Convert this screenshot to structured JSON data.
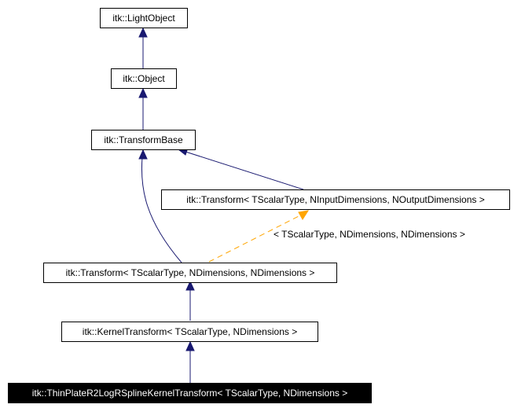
{
  "nodes": {
    "light_object": "itk::LightObject",
    "object": "itk::Object",
    "transform_base": "itk::TransformBase",
    "transform_generic": "itk::Transform< TScalarType, NInputDimensions, NOutputDimensions >",
    "transform_ndims": "itk::Transform< TScalarType, NDimensions, NDimensions >",
    "kernel_transform": "itk::KernelTransform< TScalarType, NDimensions >",
    "thin_plate": "itk::ThinPlateR2LogRSplineKernelTransform< TScalarType, NDimensions >"
  },
  "edges": {
    "template_label": "< TScalarType, NDimensions, NDimensions >"
  },
  "colors": {
    "inheritance_edge": "#191970",
    "template_edge": "#ffa500",
    "highlight_fill": "#000000",
    "highlight_text": "#ffffff"
  }
}
